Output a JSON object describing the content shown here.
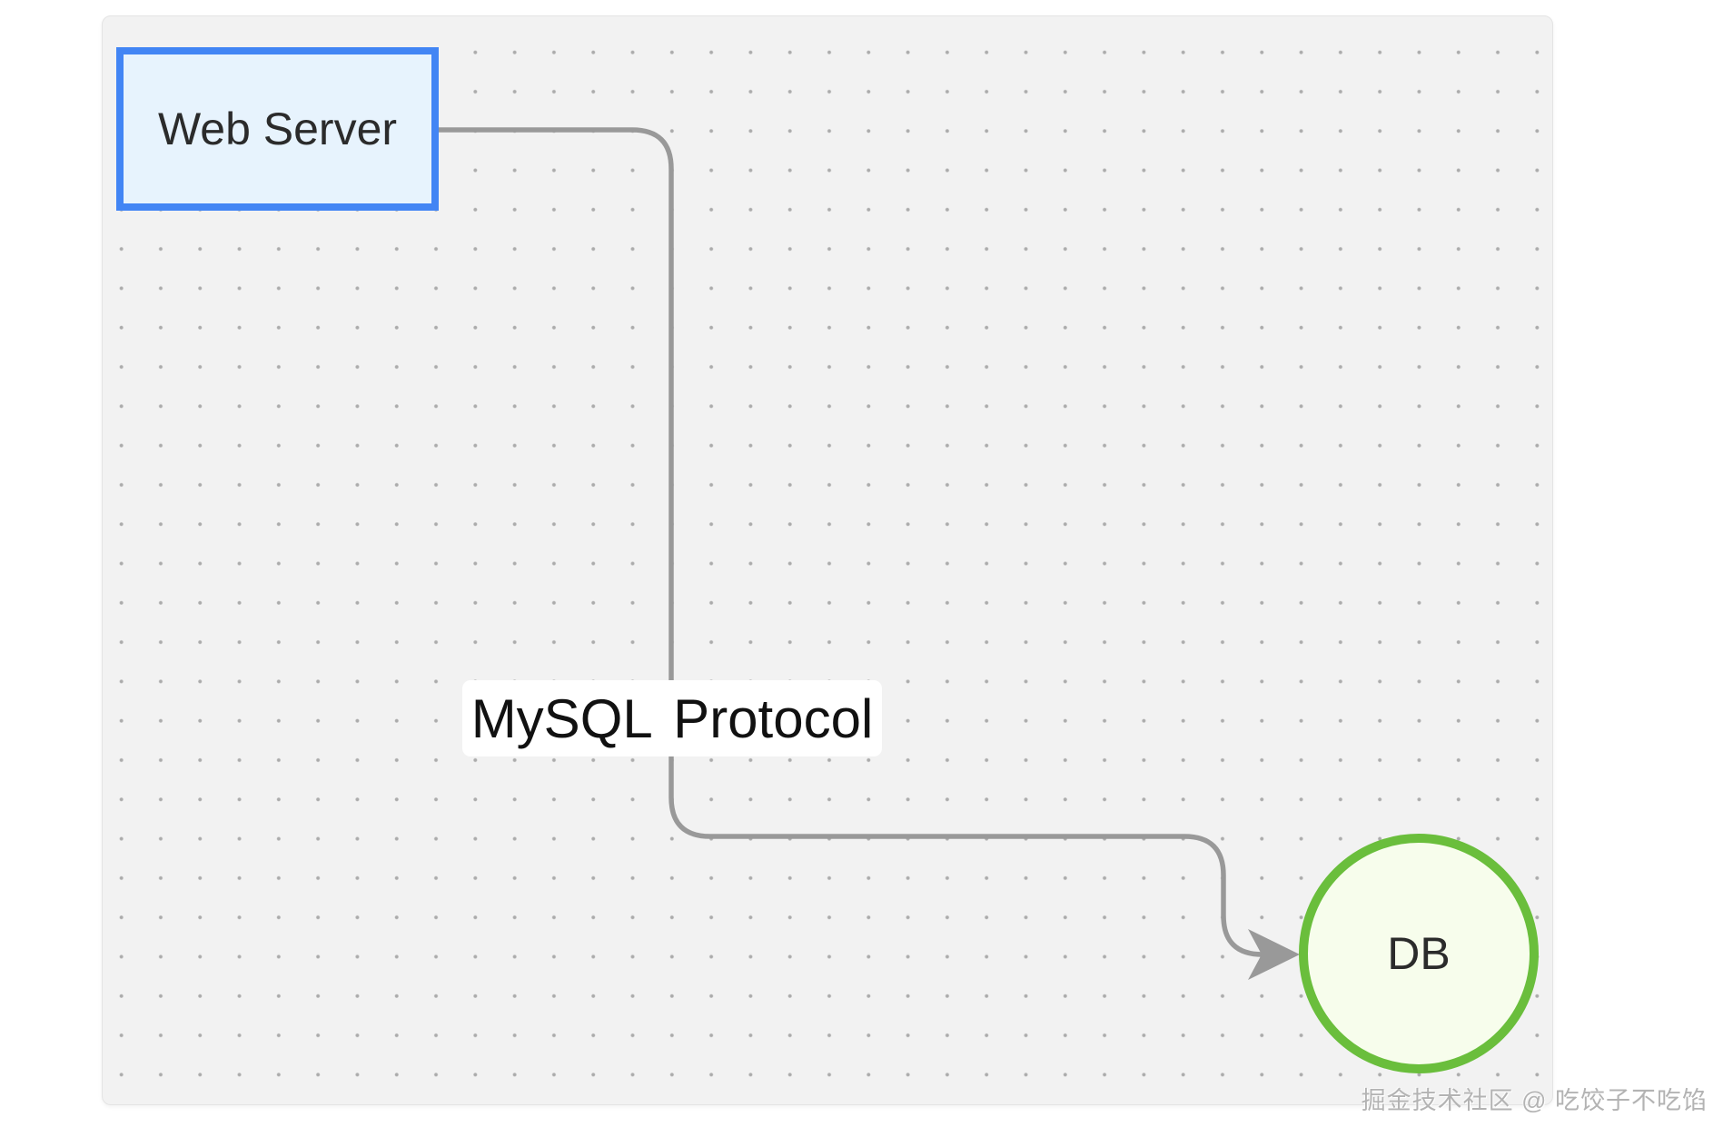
{
  "diagram": {
    "nodes": {
      "web_server": {
        "label": "Web Server",
        "shape": "rectangle"
      },
      "db": {
        "label": "DB",
        "shape": "circle"
      }
    },
    "edge": {
      "label": "MySQL Protocol",
      "from": "Web Server",
      "to": "DB",
      "arrow": "arrowhead-right"
    }
  },
  "watermark": {
    "text": "掘金技术社区 @ 吃饺子不吃馅"
  },
  "colors": {
    "canvas_bg": "#f2f2f2",
    "dot": "#ababab",
    "blue_border": "#4285f4",
    "blue_fill": "#e7f3fd",
    "green_border": "#6abe3c",
    "green_fill": "#f7fdec",
    "edge": "#999999",
    "node_text": "#2b2b2b",
    "label_bg": "#ffffff",
    "label_text": "#111111",
    "watermark": "#b3b3b3"
  }
}
